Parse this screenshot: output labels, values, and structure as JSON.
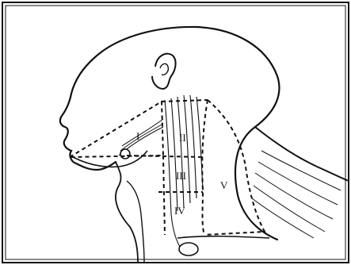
{
  "figure": {
    "line_color": "#111111",
    "background_color": "#ffffff",
    "regions": [
      {
        "id": "level-1",
        "label": "I"
      },
      {
        "id": "level-2",
        "label": "II"
      },
      {
        "id": "level-3",
        "label": "III"
      },
      {
        "id": "level-4",
        "label": "IV"
      },
      {
        "id": "level-5",
        "label": "V"
      }
    ]
  }
}
